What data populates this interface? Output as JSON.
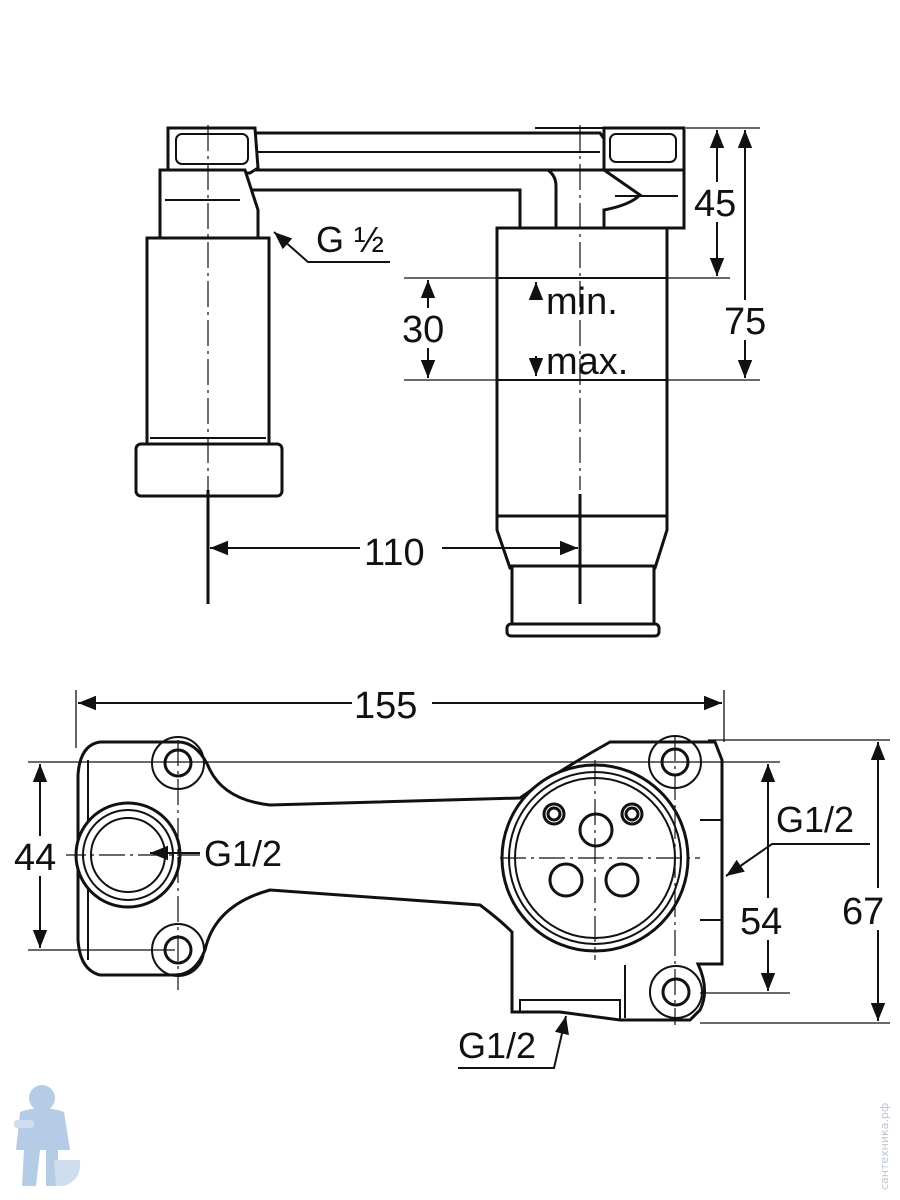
{
  "side_view": {
    "connection_label": "G ½",
    "dim_top": "45",
    "dim_total": "75",
    "dim_range": "30",
    "min_label": "min.",
    "max_label": "max.",
    "dim_spacing": "110"
  },
  "plan_view": {
    "dim_length": "155",
    "dim_left": "44",
    "dim_inner": "54",
    "dim_outer": "67",
    "inlet_left": "G1/2",
    "inlet_right": "G1/2",
    "inlet_bottom": "G1/2"
  },
  "watermark": "сантехника.рф",
  "colors": {
    "line": "#111111",
    "logo": "#a9c4e2"
  }
}
